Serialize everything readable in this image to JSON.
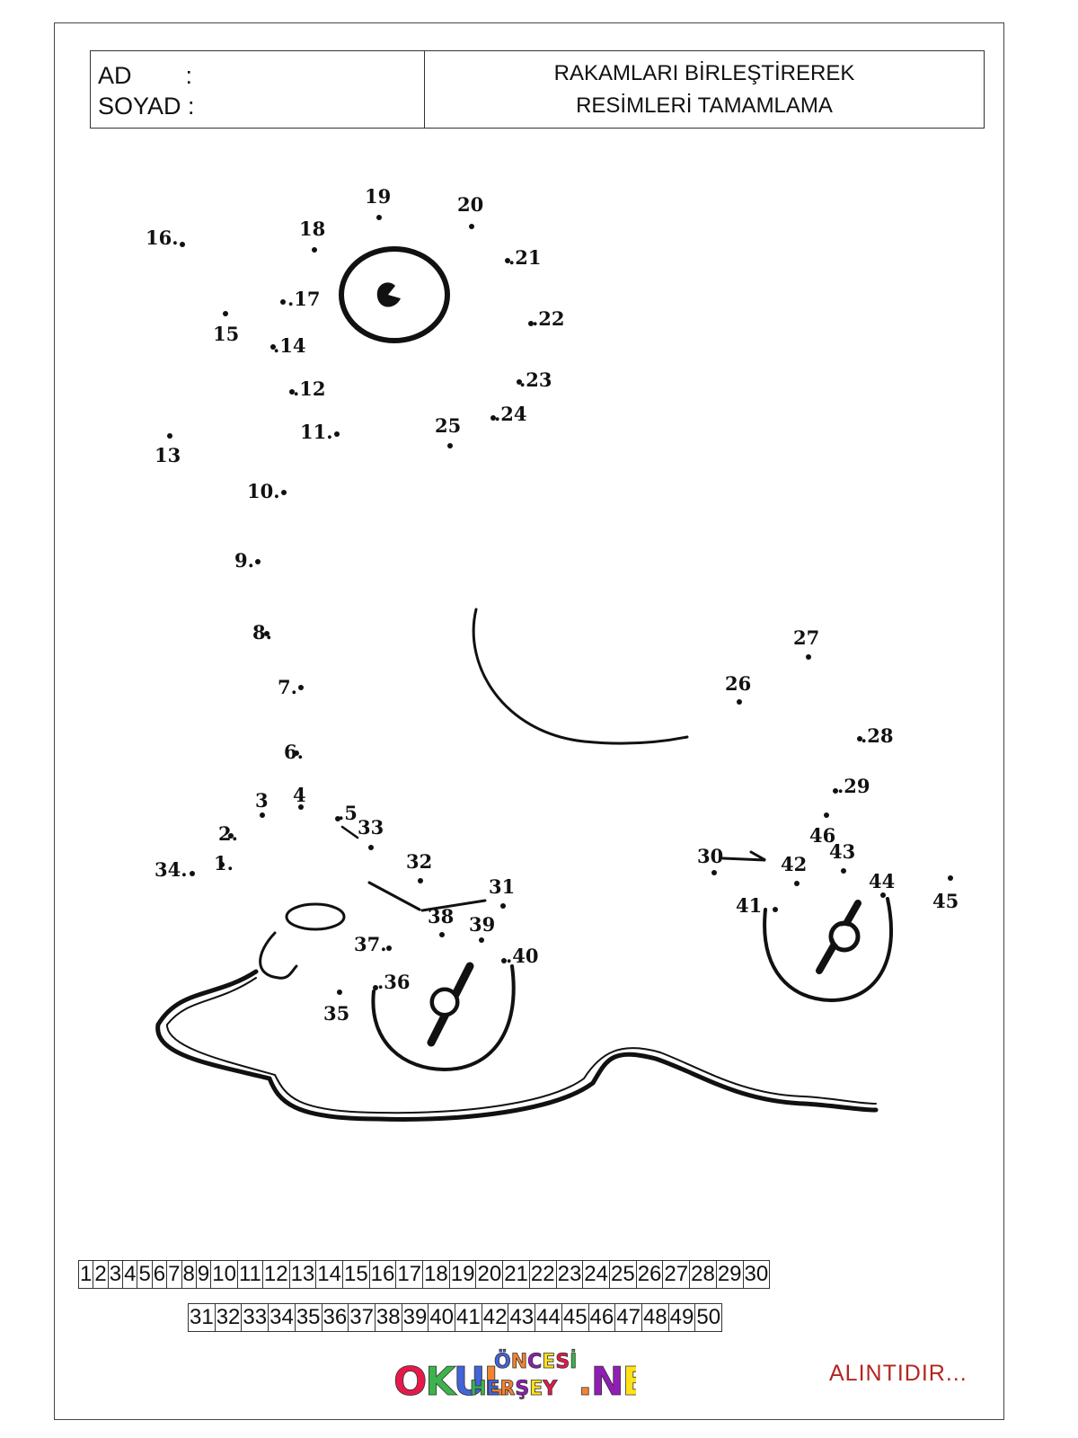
{
  "header": {
    "name_label": "AD        :",
    "surname_label": "SOYAD :",
    "title_line1": "RAKAMLARI BİRLEŞTİREREK",
    "title_line2": "RESİMLERİ TAMAMLAMA"
  },
  "points": [
    {
      "label": "1."
    },
    {
      "label": "2."
    },
    {
      "label": "3"
    },
    {
      "label": "4"
    },
    {
      "label": ".5"
    },
    {
      "label": "6."
    },
    {
      "label": "7."
    },
    {
      "label": "8."
    },
    {
      "label": "9."
    },
    {
      "label": "10."
    },
    {
      "label": "11."
    },
    {
      "label": ".12"
    },
    {
      "label": "13"
    },
    {
      "label": ".14"
    },
    {
      "label": "15"
    },
    {
      "label": "16."
    },
    {
      "label": ".17"
    },
    {
      "label": "18"
    },
    {
      "label": "19"
    },
    {
      "label": "20"
    },
    {
      "label": ".21"
    },
    {
      "label": ".22"
    },
    {
      "label": ".23"
    },
    {
      "label": ".24"
    },
    {
      "label": "25"
    },
    {
      "label": "26"
    },
    {
      "label": "27"
    },
    {
      "label": ".28"
    },
    {
      "label": ".29"
    },
    {
      "label": "30"
    },
    {
      "label": "31"
    },
    {
      "label": "32"
    },
    {
      "label": "33"
    },
    {
      "label": "34."
    },
    {
      "label": "35"
    },
    {
      "label": ".36"
    },
    {
      "label": "37."
    },
    {
      "label": "38"
    },
    {
      "label": "39"
    },
    {
      "label": ".40"
    },
    {
      "label": "41."
    },
    {
      "label": "42"
    },
    {
      "label": "43"
    },
    {
      "label": "44"
    },
    {
      "label": "45"
    },
    {
      "label": "46"
    }
  ],
  "number_strip_row1": [
    "1",
    "2",
    "3",
    "4",
    "5",
    "6",
    "7",
    "8",
    "9",
    "10",
    "11",
    "12",
    "13",
    "14",
    "15",
    "16",
    "17",
    "18",
    "19",
    "20",
    "21",
    "22",
    "23",
    "24",
    "25",
    "26",
    "27",
    "28",
    "29",
    "30"
  ],
  "number_strip_row2": [
    "31",
    "32",
    "33",
    "34",
    "35",
    "36",
    "37",
    "38",
    "39",
    "40",
    "41",
    "42",
    "43",
    "44",
    "45",
    "46",
    "47",
    "48",
    "49",
    "50"
  ],
  "logo": {
    "word1": "OKUL",
    "word2": "ÖNCESİ",
    "word3": "HERŞEY",
    "word4": ".NET",
    "colors": [
      "#e6194b",
      "#3cb44b",
      "#4363d8",
      "#f58231",
      "#911eb4",
      "#ffe119"
    ]
  },
  "credit": "ALINTIDIR..."
}
